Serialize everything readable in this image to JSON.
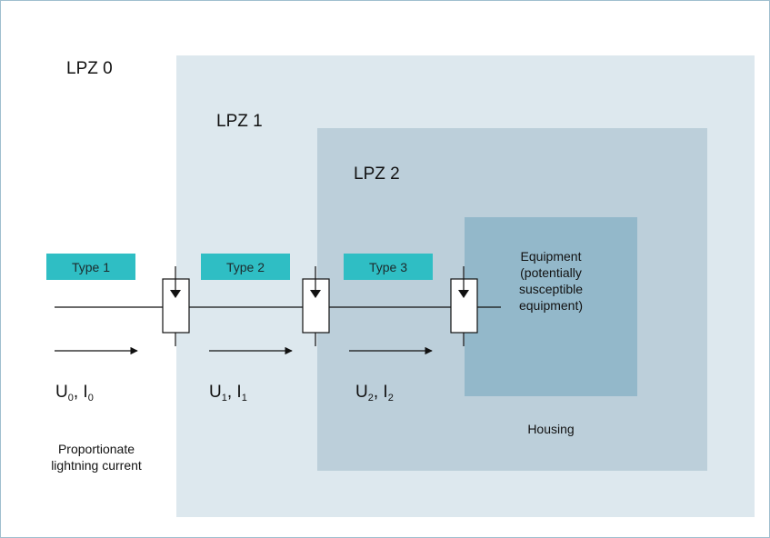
{
  "zones": {
    "lpz0": "LPZ 0",
    "lpz1": "LPZ 1",
    "lpz2": "LPZ 2"
  },
  "types": [
    "Type 1",
    "Type 2",
    "Type 3"
  ],
  "equipment": {
    "line1": "Equipment",
    "line2": "(potentially",
    "line3": "susceptible",
    "line4": "equipment)"
  },
  "housing": "Housing",
  "currents": [
    {
      "u": "U",
      "u_sub": "0",
      "i": "I",
      "i_sub": "0"
    },
    {
      "u": "U",
      "u_sub": "1",
      "i": "I",
      "i_sub": "1"
    },
    {
      "u": "U",
      "u_sub": "2",
      "i": "I",
      "i_sub": "2"
    }
  ],
  "footnote": {
    "line1": "Proportionate",
    "line2": "lightning current"
  },
  "colors": {
    "lpz1_fill": "#dde8ee",
    "lpz2_fill": "#bccfda",
    "equipment_fill": "#93b8ca",
    "type_badge": "#2fbec4"
  }
}
